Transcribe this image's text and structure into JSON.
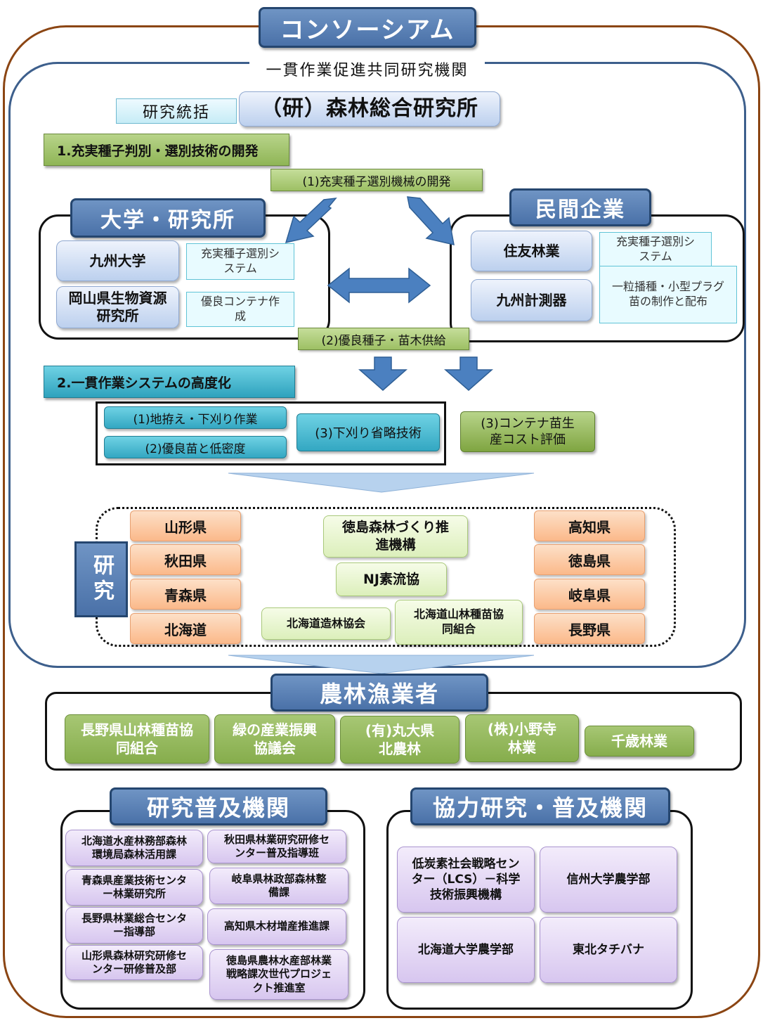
{
  "title": "コンソーシアム",
  "joint_org_label": "一貫作業促進共同研究機関",
  "lead": {
    "role": "研究統括",
    "name": "（研）森林総合研究所"
  },
  "theme1": {
    "title": "1.充実種子判別・選別技術の開発",
    "sub1": "(1)充実種子選別機械の開発",
    "sub2": "(2)優良種子・苗木供給"
  },
  "universities": {
    "title": "大学・研究所",
    "items": [
      {
        "name": "九州大学",
        "task": "充実種子選別システム"
      },
      {
        "name": "岡山県生物資源研究所",
        "task": "優良コンテナ作成"
      }
    ]
  },
  "companies": {
    "title": "民間企業",
    "items": [
      {
        "name": "住友林業",
        "task": "充実種子選別システム"
      },
      {
        "name": "九州計測器",
        "task": "一粒播種・小型プラグ苗の制作と配布"
      }
    ]
  },
  "theme2": {
    "title": "2.一貫作業システムの高度化",
    "sub1": "(1)地拵え・下刈り作業",
    "sub2": "(2)優良苗と低密度",
    "sub3": "(3)下刈り省略技術",
    "sub4": "(3)コンテナ苗生産コスト評価"
  },
  "research": {
    "label": "研究",
    "left": [
      "山形県",
      "秋田県",
      "青森県",
      "北海道"
    ],
    "right": [
      "高知県",
      "徳島県",
      "岐阜県",
      "長野県"
    ],
    "center": [
      "徳島森林づくり推進機構",
      "NJ素流協",
      "北海道造林協会",
      "北海道山林種苗協同組合"
    ]
  },
  "farmers": {
    "title": "農林漁業者",
    "items": [
      "長野県山林種苗協同組合",
      "緑の産業振興協議会",
      "(有)丸大県北農林",
      "(株)小野寺林業",
      "千歳林業"
    ]
  },
  "extension": {
    "title": "研究普及機関",
    "items": [
      "北海道水産林務部森林環境局森林活用課",
      "秋田県林業研究研修センター普及指導班",
      "青森県産業技術センター林業研究所",
      "岐阜県林政部森林整備課",
      "長野県林業総合センター指導部",
      "高知県木材増産推進課",
      "山形県森林研究研修センター研修普及部",
      "徳島県農林水産部林業戦略課次世代プロジェクト推進室"
    ]
  },
  "cooperation": {
    "title": "協力研究・普及機関",
    "items": [
      "低炭素社会戦略センター（LCS）－科学技術振興機構",
      "信州大学農学部",
      "北海道大学農学部",
      "東北タチバナ"
    ]
  },
  "colors": {
    "frame_brown": "#8B4513",
    "frame_blue": "#3D5F8C",
    "header_blue": "#4a71a8"
  }
}
